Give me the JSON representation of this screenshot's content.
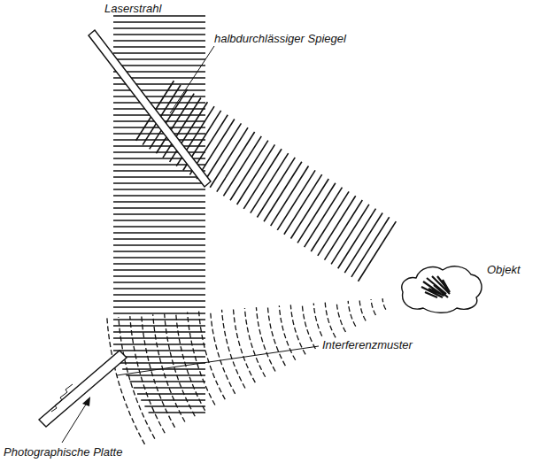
{
  "diagram": {
    "labels": [
      "Laserstrahl",
      "halbdurchlässiger Spiegel",
      "Objekt",
      "Interferenzmuster",
      "Photographische Platte"
    ]
  }
}
